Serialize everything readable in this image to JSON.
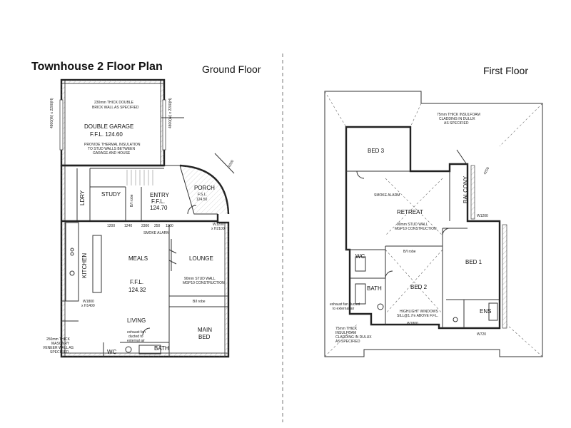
{
  "title": "Townhouse 2  Floor Plan",
  "ground_floor": {
    "heading": "Ground Floor",
    "rooms": {
      "garage": "DOUBLE GARAGE",
      "garage_ffl": "F.F.L. 124.60",
      "study": "STUDY",
      "entry": "ENTRY",
      "entry_ffl": "F.F.L.",
      "entry_ffl_val": "124.70",
      "porch": "PORCH",
      "porch_ffl": "F.S.L.",
      "porch_ffl_val": "124.50",
      "ldry": "LDRY",
      "kitchen": "KITCHEN",
      "meals": "MEALS",
      "meals_ffl": "F.F.L.",
      "meals_ffl_val": "124.32",
      "lounge": "LOUNGE",
      "living": "LIVING",
      "main_bed": "MAIN",
      "main_bed_2": "BED",
      "wc": "WC",
      "bath": "BATH"
    },
    "notes": {
      "brick_wall_1": "230mm THICK DOUBLE",
      "brick_wall_2": "BRICK WALL AS SPECIFIED",
      "thermal_1": "PROVIDE THERMAL INSULATION",
      "thermal_2": "TO STUD WALLS BETWEEN",
      "thermal_3": "GARAGE AND HOUSE",
      "stud_wall_1": "90mm STUD WALL",
      "stud_wall_2": "MGP10 CONSTRUCTION",
      "masonry_1": "250mm THICK",
      "masonry_2": "MASONRY",
      "masonry_3": "VENEER WALL AS",
      "masonry_4": "SPECIFIED",
      "exhaust_1": "exhaust fan",
      "exhaust_2": "ducted to",
      "exhaust_3": "external air",
      "smoke": "SMOKE ALARM",
      "bi_robe": "B/I robe",
      "bi_robe_entry": "B/I robe"
    },
    "dims": {
      "d1200": "1200",
      "d1240": "1240",
      "d2300": "2300",
      "d250": "250",
      "d1100": "1100",
      "w1200": "W1200",
      "h2100": "x H2100",
      "w1800": "W1800",
      "h1400": "x H1400",
      "dim4200": "4200"
    }
  },
  "first_floor": {
    "heading": "First Floor",
    "rooms": {
      "bed3": "BED 3",
      "retreat": "RETREAT",
      "balcony": "BALCONY",
      "wc": "WC",
      "bath": "BATH",
      "bed2": "BED 2",
      "bed1": "BED 1",
      "ens": "ENS"
    },
    "notes": {
      "cladding_1": "75mm THICK INSULFOAM",
      "cladding_2": "CLADDING IN DULUX",
      "cladding_3": "AS SPECIFIED",
      "stud_wall_1": "90mm STUD WALL",
      "stud_wall_2": "MGP10 CONSTRUCTION",
      "highlight_1": "HIGHLIGHT WINDOWS",
      "highlight_2": "SILL@1.7m ABOVE F.F.L.",
      "bottom_clad_1": "75mm THICK",
      "bottom_clad_2": "INSULFOAM",
      "bottom_clad_3": "CLADDING IN DULUX",
      "bottom_clad_4": "AS SPECIFIED",
      "exhaust_1": "exhaust fan ducted",
      "exhaust_2": "to external air",
      "smoke": "SMOKE ALARM",
      "bi_robe": "B/I robe"
    },
    "dims": {
      "w1200": "W1200",
      "w1800": "W1800",
      "w720": "W720",
      "dim4200": "4200"
    }
  }
}
